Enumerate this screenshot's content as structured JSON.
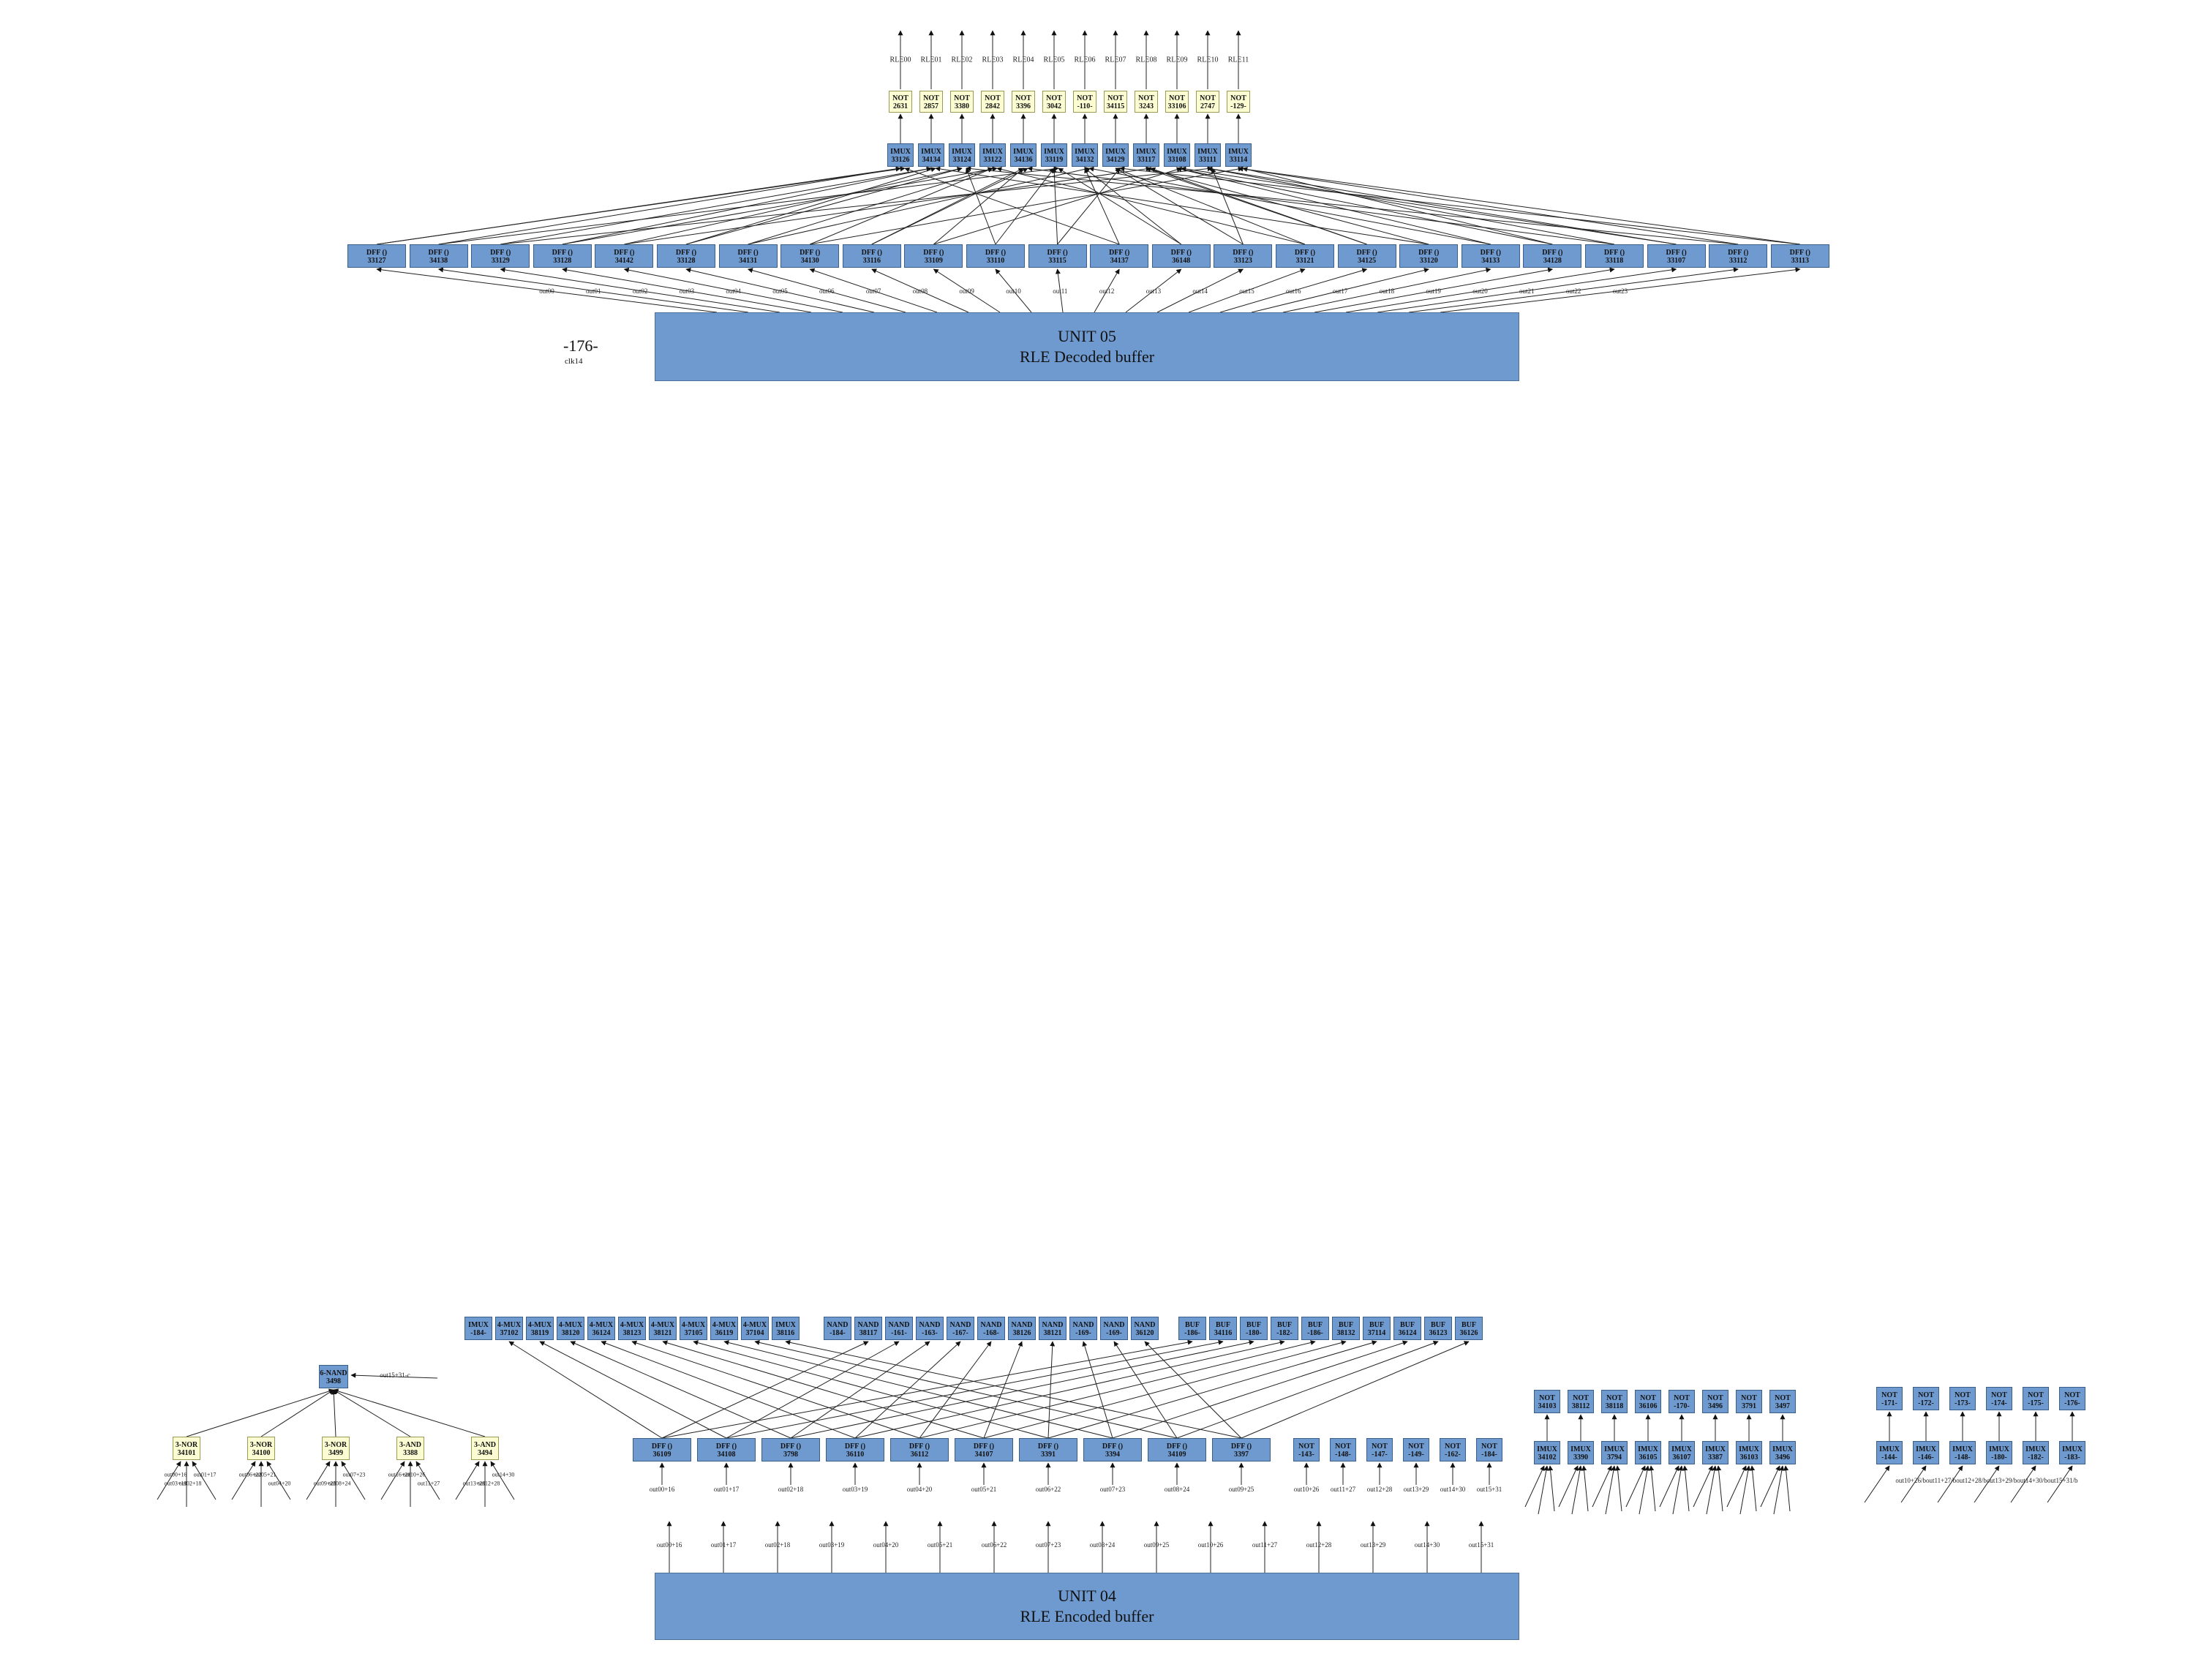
{
  "unit05": {
    "title": "UNIT 05",
    "subtitle": "RLE Decoded buffer",
    "clock_id": "-176-",
    "clock_sub": "clk14",
    "outputs": [
      "RLE00",
      "RLE01",
      "RLE02",
      "RLE03",
      "RLE04",
      "RLE05",
      "RLE06",
      "RLE07",
      "RLE08",
      "RLE09",
      "RLE10",
      "RLE11"
    ],
    "nots": [
      [
        "NOT",
        "2631"
      ],
      [
        "NOT",
        "2857"
      ],
      [
        "NOT",
        "3380"
      ],
      [
        "NOT",
        "2842"
      ],
      [
        "NOT",
        "3396"
      ],
      [
        "NOT",
        "3042"
      ],
      [
        "NOT",
        "-110-"
      ],
      [
        "NOT",
        "34115"
      ],
      [
        "NOT",
        "3243"
      ],
      [
        "NOT",
        "33106"
      ],
      [
        "NOT",
        "2747"
      ],
      [
        "NOT",
        "-129-"
      ]
    ],
    "muxes": [
      [
        "IMUX",
        "33126"
      ],
      [
        "IMUX",
        "34134"
      ],
      [
        "IMUX",
        "33124"
      ],
      [
        "IMUX",
        "33122"
      ],
      [
        "IMUX",
        "34136"
      ],
      [
        "IMUX",
        "33119"
      ],
      [
        "IMUX",
        "34132"
      ],
      [
        "IMUX",
        "34129"
      ],
      [
        "IMUX",
        "33117"
      ],
      [
        "IMUX",
        "33108"
      ],
      [
        "IMUX",
        "33111"
      ],
      [
        "IMUX",
        "33114"
      ]
    ],
    "dffs": [
      [
        "DFF ()",
        "33127"
      ],
      [
        "DFF ()",
        "34138"
      ],
      [
        "DFF ()",
        "33129"
      ],
      [
        "DFF ()",
        "33128"
      ],
      [
        "DFF ()",
        "34142"
      ],
      [
        "DFF ()",
        "33128"
      ],
      [
        "DFF ()",
        "34131"
      ],
      [
        "DFF ()",
        "34130"
      ],
      [
        "DFF ()",
        "33116"
      ],
      [
        "DFF ()",
        "33109"
      ],
      [
        "DFF ()",
        "33110"
      ],
      [
        "DFF ()",
        "33115"
      ],
      [
        "DFF ()",
        "34137"
      ],
      [
        "DFF ()",
        "36148"
      ],
      [
        "DFF ()",
        "33123"
      ],
      [
        "DFF ()",
        "33121"
      ],
      [
        "DFF ()",
        "34125"
      ],
      [
        "DFF ()",
        "33120"
      ],
      [
        "DFF ()",
        "34133"
      ],
      [
        "DFF ()",
        "34128"
      ],
      [
        "DFF ()",
        "33118"
      ],
      [
        "DFF ()",
        "33107"
      ],
      [
        "DFF ()",
        "33112"
      ],
      [
        "DFF ()",
        "33113"
      ]
    ],
    "wire_labels": [
      "out00",
      "out01",
      "out02",
      "out03",
      "out04",
      "out05",
      "out06",
      "out07",
      "out08",
      "out09",
      "out10",
      "out11",
      "out12",
      "out13",
      "out14",
      "out15",
      "out16",
      "out17",
      "out18",
      "out19",
      "out20",
      "out21",
      "out22",
      "out23"
    ]
  },
  "unit04": {
    "title": "UNIT 04",
    "subtitle": "RLE Encoded buffer",
    "top_row": [
      [
        "IMUX",
        "-184-"
      ],
      [
        "4-MUX",
        "37102"
      ],
      [
        "4-MUX",
        "38119"
      ],
      [
        "4-MUX",
        "38120"
      ],
      [
        "4-MUX",
        "36124"
      ],
      [
        "4-MUX",
        "38123"
      ],
      [
        "4-MUX",
        "38121"
      ],
      [
        "4-MUX",
        "37105"
      ],
      [
        "4-MUX",
        "36119"
      ],
      [
        "4-MUX",
        "37104"
      ],
      [
        "IMUX",
        "38116"
      ],
      [
        "NAND",
        "-184-"
      ],
      [
        "NAND",
        "38117"
      ],
      [
        "NAND",
        "-161-"
      ],
      [
        "NAND",
        "-163-"
      ],
      [
        "NAND",
        "-167-"
      ],
      [
        "NAND",
        "-168-"
      ],
      [
        "NAND",
        "38126"
      ],
      [
        "NAND",
        "38121"
      ],
      [
        "NAND",
        "-169-"
      ],
      [
        "NAND",
        "-169-"
      ],
      [
        "NAND",
        "36120"
      ],
      [
        "BUF",
        "-186-"
      ],
      [
        "BUF",
        "34116"
      ],
      [
        "BUF",
        "-180-"
      ],
      [
        "BUF",
        "-182-"
      ],
      [
        "BUF",
        "-186-"
      ],
      [
        "BUF",
        "38132"
      ],
      [
        "BUF",
        "37114"
      ],
      [
        "BUF",
        "36124"
      ],
      [
        "BUF",
        "36123"
      ],
      [
        "BUF",
        "36126"
      ]
    ],
    "dffs": [
      [
        "DFF ()",
        "36109"
      ],
      [
        "DFF ()",
        "34108"
      ],
      [
        "DFF ()",
        "3798"
      ],
      [
        "DFF ()",
        "36110"
      ],
      [
        "DFF ()",
        "36112"
      ],
      [
        "DFF ()",
        "34107"
      ],
      [
        "DFF ()",
        "3391"
      ],
      [
        "DFF ()",
        "3394"
      ],
      [
        "DFF ()",
        "34109"
      ],
      [
        "DFF ()",
        "3397"
      ]
    ],
    "dff_inputs": [
      "out00+16",
      "out01+17",
      "out02+18",
      "out03+19",
      "out04+20",
      "out05+21",
      "out06+22",
      "out07+23",
      "out08+24",
      "out09+25"
    ],
    "mid_nots": [
      [
        "NOT",
        "-143-"
      ],
      [
        "NOT",
        "-148-"
      ],
      [
        "NOT",
        "-147-"
      ],
      [
        "NOT",
        "-149-"
      ],
      [
        "NOT",
        "-162-"
      ],
      [
        "NOT",
        "-184-"
      ]
    ],
    "mid_not_inputs": [
      "out10+26",
      "out11+27",
      "out12+28",
      "out13+29",
      "out14+30",
      "out15+31"
    ],
    "bottom_labels": [
      "out00+16",
      "out01+17",
      "out02+18",
      "out03+19",
      "out04+20",
      "out05+21",
      "out06+22",
      "out07+23",
      "out08+24",
      "out09+25",
      "out10+26",
      "out11+27",
      "out12+28",
      "out13+29",
      "out14+30",
      "out15+31"
    ],
    "nand6": [
      "6-NAND",
      "3498"
    ],
    "nand6_input": "out15+31-c",
    "left_gates": [
      [
        "3-NOR",
        "34101"
      ],
      [
        "3-NOR",
        "34100"
      ],
      [
        "3-NOR",
        "3499"
      ],
      [
        "3-AND",
        "3388"
      ],
      [
        "3-AND",
        "3494"
      ]
    ],
    "left_gate_labels": [
      "out00+16",
      "out02+18",
      "out01+17",
      "out03+19",
      "out05+21",
      "out04+20",
      "out06+22",
      "out08+24",
      "out07+23",
      "out09+25",
      "out10+26",
      "out11+27",
      "out16+26",
      "out12+28",
      "out14+30",
      "out13+29"
    ],
    "right_nots": [
      [
        "NOT",
        "34103"
      ],
      [
        "NOT",
        "38112"
      ],
      [
        "NOT",
        "38118"
      ],
      [
        "NOT",
        "36106"
      ],
      [
        "NOT",
        "-170-"
      ],
      [
        "NOT",
        "3496"
      ],
      [
        "NOT",
        "3791"
      ],
      [
        "NOT",
        "3497"
      ]
    ],
    "right_muxes": [
      [
        "IMUX",
        "34102"
      ],
      [
        "IMUX",
        "3390"
      ],
      [
        "IMUX",
        "3794"
      ],
      [
        "IMUX",
        "36105"
      ],
      [
        "IMUX",
        "36107"
      ],
      [
        "IMUX",
        "3387"
      ],
      [
        "IMUX",
        "36103"
      ],
      [
        "IMUX",
        "3496"
      ]
    ],
    "far_nots": [
      [
        "NOT",
        "-171-"
      ],
      [
        "NOT",
        "-172-"
      ],
      [
        "NOT",
        "-173-"
      ],
      [
        "NOT",
        "-174-"
      ],
      [
        "NOT",
        "-175-"
      ],
      [
        "NOT",
        "-176-"
      ]
    ],
    "far_muxes": [
      [
        "IMUX",
        "-144-"
      ],
      [
        "IMUX",
        "-146-"
      ],
      [
        "IMUX",
        "-148-"
      ],
      [
        "IMUX",
        "-180-"
      ],
      [
        "IMUX",
        "-182-"
      ],
      [
        "IMUX",
        "-183-"
      ]
    ],
    "far_labels": [
      "out10+26/bout11+27/bout12+28/bout13+29/bout14+30/bout15+31/b"
    ]
  },
  "colors": {
    "node_blue": "#6f9acf",
    "node_yellow": "#fcfcd2",
    "wire": "#222222"
  }
}
